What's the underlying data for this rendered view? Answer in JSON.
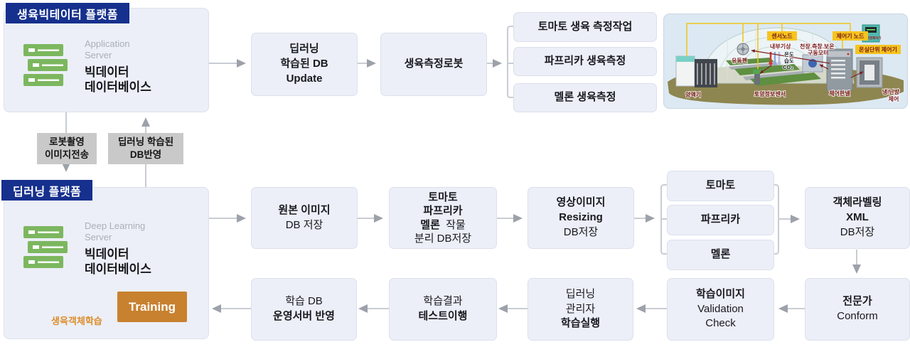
{
  "colors": {
    "badge_blue": "#16308D",
    "box_fill": "#ECEFF7",
    "server_green": "#7CB75F",
    "training_orange": "#C8812F",
    "wire_gray": "#C9CCD3",
    "transfer_gray": "#C9C9C9"
  },
  "bigdata_platform": {
    "badge": "생육빅테이터 플랫폼",
    "server_label_line1": "Application",
    "server_label_line2": "Server",
    "server_title_line1": "빅데이터",
    "server_title_line2": "데이터베이스"
  },
  "links": {
    "robot_transfer_line1": "로봇촬영",
    "robot_transfer_line2": "이미지전송",
    "db_reflect_line1": "딥러닝 학습된",
    "db_reflect_line2": "DB반영"
  },
  "deep_platform": {
    "badge": "딥러닝 플랫폼",
    "server_label_line1": "Deep Learning",
    "server_label_line2": "Server",
    "server_title_line1": "빅데이터",
    "server_title_line2": "데이터베이스",
    "training": "Training",
    "loop_label": "생육객체학습"
  },
  "measure_flow": {
    "db_update_line1": "딥러닝",
    "db_update_line2": "학습된 DB",
    "db_update_line3": "Update",
    "robot": "생육측정로봇",
    "tasks": [
      "토마토 생육 측정작업",
      "파프리카 생육측정",
      "멜론 생육측정"
    ]
  },
  "learning_flow": {
    "origin_line1": "원본 이미지",
    "origin_line2": "DB 저장",
    "separate_line1": "토마토",
    "separate_line2": "파프리카",
    "separate_line3_bold": "멜론",
    "separate_line3_rest": "작물",
    "separate_line4": "분리 DB저장",
    "resize_line1": "영상이미지",
    "resize_line2": "Resizing",
    "resize_line3": "DB저장",
    "crops": [
      "토마토",
      "파프리카",
      "멜론"
    ],
    "labeling_line1": "객체라벨링",
    "labeling_line2": "XML",
    "labeling_line3": "DB저장"
  },
  "review_flow": {
    "expert_line1": "전문가",
    "expert_line2": "Conform",
    "validation_line1": "학습이미지",
    "validation_line2": "Validation",
    "validation_line3": "Check",
    "execute_line1": "딥러닝",
    "execute_line2": "관리자",
    "execute_line3": "학습실행",
    "test_line1": "학습결과",
    "test_line2": "테스트이행",
    "deploy_line1": "학습 DB",
    "deploy_line2": "운영서버 반영"
  },
  "greenhouse": {
    "sensor_node": "센서노드",
    "controller_node": "제어기 노드",
    "unit_controller": "온실단위 제어기",
    "device_caption": "복합환경제어기",
    "inner_weather": "내부기상",
    "motor_line1": "천장.측창.보온",
    "motor_line2": "구동모터",
    "fan": "유동펜",
    "temp": "온도",
    "humidity": "습도",
    "co2": "CO₂",
    "nutrient": "양액기",
    "soil_sensor": "토양정보센서",
    "control_panel": "제어판넬",
    "hvac_line1": "냉/난방",
    "hvac_line2": "제어"
  }
}
